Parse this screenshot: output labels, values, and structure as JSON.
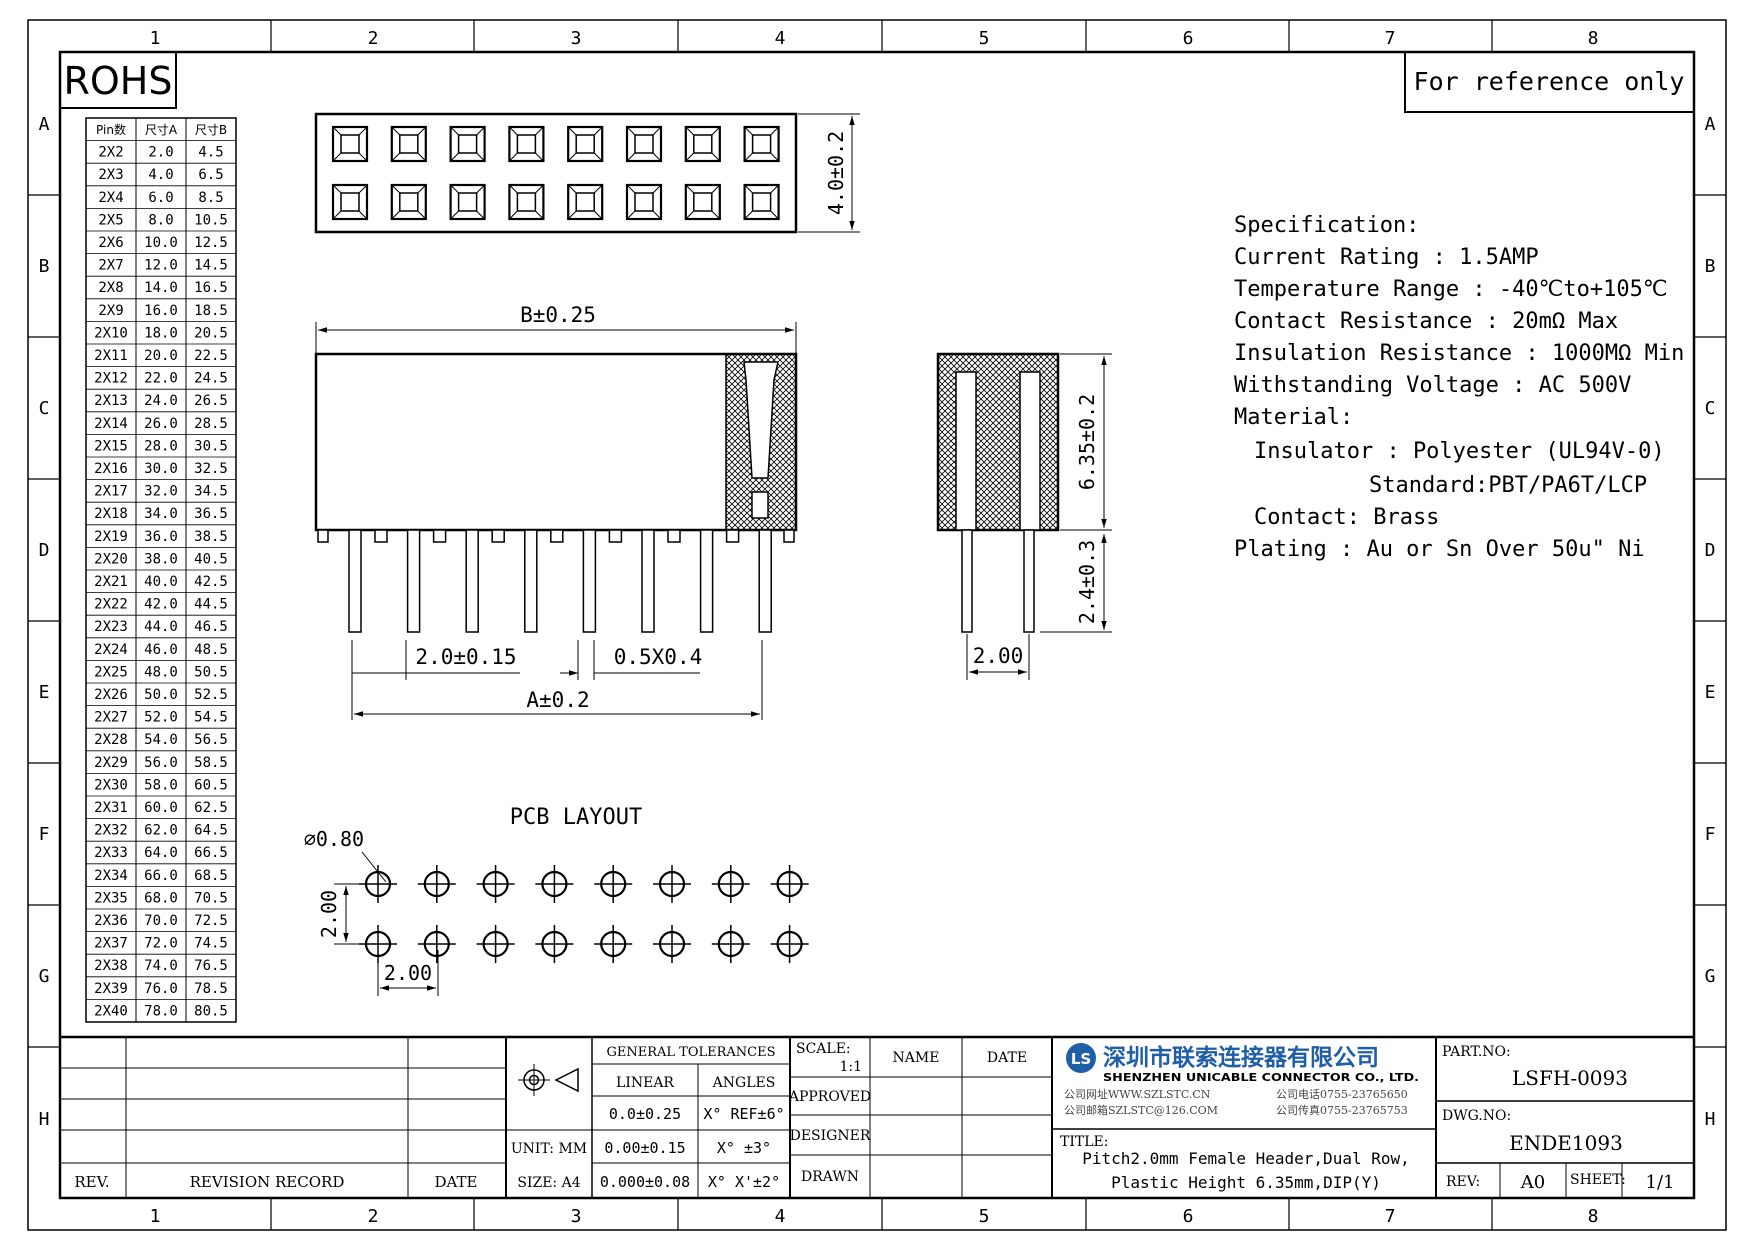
{
  "frame": {
    "col_labels": [
      "1",
      "2",
      "3",
      "4",
      "5",
      "6",
      "7",
      "8"
    ],
    "row_labels": [
      "A",
      "B",
      "C",
      "D",
      "E",
      "F",
      "G",
      "H"
    ]
  },
  "rohs_label": "ROHS",
  "reference_note": "For reference only",
  "pin_table": {
    "headers": [
      "Pin数",
      "尺寸A",
      "尺寸B"
    ],
    "rows": [
      [
        "2X2",
        "2.0",
        "4.5"
      ],
      [
        "2X3",
        "4.0",
        "6.5"
      ],
      [
        "2X4",
        "6.0",
        "8.5"
      ],
      [
        "2X5",
        "8.0",
        "10.5"
      ],
      [
        "2X6",
        "10.0",
        "12.5"
      ],
      [
        "2X7",
        "12.0",
        "14.5"
      ],
      [
        "2X8",
        "14.0",
        "16.5"
      ],
      [
        "2X9",
        "16.0",
        "18.5"
      ],
      [
        "2X10",
        "18.0",
        "20.5"
      ],
      [
        "2X11",
        "20.0",
        "22.5"
      ],
      [
        "2X12",
        "22.0",
        "24.5"
      ],
      [
        "2X13",
        "24.0",
        "26.5"
      ],
      [
        "2X14",
        "26.0",
        "28.5"
      ],
      [
        "2X15",
        "28.0",
        "30.5"
      ],
      [
        "2X16",
        "30.0",
        "32.5"
      ],
      [
        "2X17",
        "32.0",
        "34.5"
      ],
      [
        "2X18",
        "34.0",
        "36.5"
      ],
      [
        "2X19",
        "36.0",
        "38.5"
      ],
      [
        "2X20",
        "38.0",
        "40.5"
      ],
      [
        "2X21",
        "40.0",
        "42.5"
      ],
      [
        "2X22",
        "42.0",
        "44.5"
      ],
      [
        "2X23",
        "44.0",
        "46.5"
      ],
      [
        "2X24",
        "46.0",
        "48.5"
      ],
      [
        "2X25",
        "48.0",
        "50.5"
      ],
      [
        "2X26",
        "50.0",
        "52.5"
      ],
      [
        "2X27",
        "52.0",
        "54.5"
      ],
      [
        "2X28",
        "54.0",
        "56.5"
      ],
      [
        "2X29",
        "56.0",
        "58.5"
      ],
      [
        "2X30",
        "58.0",
        "60.5"
      ],
      [
        "2X31",
        "60.0",
        "62.5"
      ],
      [
        "2X32",
        "62.0",
        "64.5"
      ],
      [
        "2X33",
        "64.0",
        "66.5"
      ],
      [
        "2X34",
        "66.0",
        "68.5"
      ],
      [
        "2X35",
        "68.0",
        "70.5"
      ],
      [
        "2X36",
        "70.0",
        "72.5"
      ],
      [
        "2X37",
        "72.0",
        "74.5"
      ],
      [
        "2X38",
        "74.0",
        "76.5"
      ],
      [
        "2X39",
        "76.0",
        "78.5"
      ],
      [
        "2X40",
        "78.0",
        "80.5"
      ]
    ]
  },
  "dimensions": {
    "top_height": "4.0±0.2",
    "b_length": "B±0.25",
    "height_635": "6.35±0.2",
    "pin_24": "2.4±0.3",
    "pitch": "2.0±0.15",
    "pin_section": "0.5X0.4",
    "a_length": "A±0.2",
    "side_pitch": "2.00",
    "pcb_title": "PCB LAYOUT",
    "hole_dia": "⌀0.80",
    "pcb_row": "2.00",
    "pcb_col": "2.00"
  },
  "specification": {
    "lines": [
      "Specification:",
      "Current Rating : 1.5AMP",
      "Temperature Range : -40℃to+105℃",
      "Contact Resistance : 20mΩ Max",
      "Insulation Resistance : 1000MΩ Min",
      "Withstanding Voltage : AC 500V",
      "Material:",
      "Insulator : Polyester (UL94V-0)",
      "Standard:PBT/PA6T/LCP",
      "Contact: Brass",
      "Plating : Au or Sn Over 50u\" Ni"
    ]
  },
  "title_block": {
    "rev_header": "REV.",
    "revision_record": "REVISION RECORD",
    "date_header": "DATE",
    "unit": "UNIT: MM",
    "size": "SIZE: A4",
    "general_tolerances": "GENERAL TOLERANCES",
    "linear": "LINEAR",
    "angles": "ANGLES",
    "lin1": "0.0±0.25",
    "lin2": "0.00±0.15",
    "lin3": "0.000±0.08",
    "ang1": "X° REF±6°",
    "ang2": "X° ±3°",
    "ang3": "X° X'±2°",
    "scale_label": "SCALE:",
    "scale_value": "1:1",
    "name": "NAME",
    "date": "DATE",
    "approved": "APPROVED",
    "designer": "DESIGNER",
    "drawn": "DRAWN",
    "company_cn": "深圳市联索连接器有限公司",
    "company_en": "SHENZHEN UNICABLE CONNECTOR CO., LTD.",
    "web": "公司网址WWW.SZLSTC.CN",
    "phone": "公司电话0755-23765650",
    "email": "公司邮箱SZLSTC@126.COM",
    "fax": "公司传真0755-23765753",
    "logo_text": "LS",
    "title_label": "TITLE:",
    "title_line1": "Pitch2.0mm Female Header,Dual Row,",
    "title_line2": "Plastic Height 6.35mm,DIP(Y)",
    "part_no_label": "PART.NO:",
    "part_no": "LSFH-0093",
    "dwg_no_label": "DWG.NO:",
    "dwg_no": "ENDE1093",
    "rev_label": "REV:",
    "rev_value": "A0",
    "sheet_label": "SHEET:",
    "sheet_value": "1/1"
  }
}
